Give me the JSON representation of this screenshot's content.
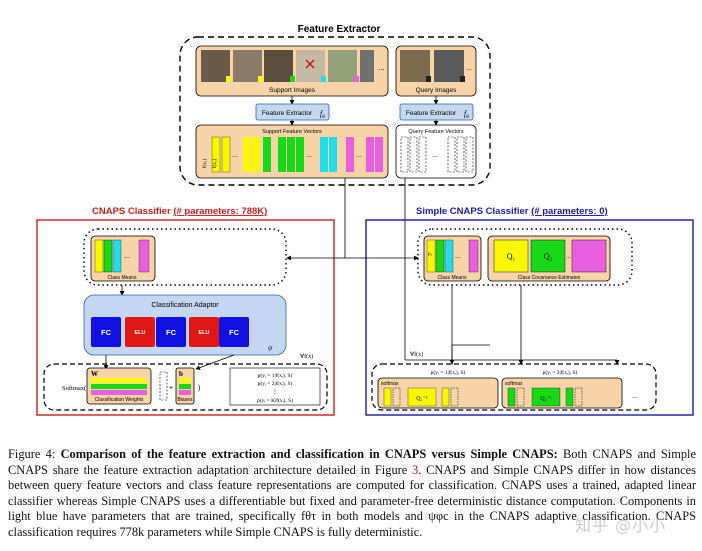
{
  "figure": {
    "feature_extractor_title": "Feature Extractor",
    "support_images_label": "Support Images",
    "query_images_label": "Query Images",
    "feature_extractor_box_label": "Feature Extractor",
    "support_vectors_label": "Support Feature Vectors",
    "query_vectors_label": "Query Feature Vectors",
    "theta_symbol": "f",
    "theta_sup": "τ",
    "theta_sub": "θ",
    "fx1_label": "f(x₁)",
    "fx2_label": "f(x₂)",
    "ellipsis": "...",
    "cnaps_title": "CNAPS Classifier",
    "cnaps_params": "(# parameters: 788K)",
    "simple_title": "Simple CNAPS Classifier",
    "simple_params": "(# parameters: 0)",
    "class_means_label": "Class Means",
    "class_cov_label": "Class Covariance Estimates",
    "q1_label": "Q₁",
    "q2_label": "Q₂",
    "mu1_label": "μ₁",
    "mu2_label": "μ₂",
    "adaptor_title": "Classification Adaptor",
    "fc_label": "FC",
    "elu_label": "ELU",
    "psi_label": "ψ",
    "forall_label": "∀f(x)",
    "softmax_label": "Softmax(",
    "w_label": "W",
    "b_label": "b",
    "plus_label": "+",
    "close_paren": ")",
    "weights_label": "Classification Weights",
    "biases_label": "Biases",
    "p1_eq": "p(yᵢ = 1|f(xᵢ), S)",
    "p2_eq": "p(yᵢ = 2|f(xᵢ), S)",
    "pk_eq": "p(yᵢ = K|f(xᵢ), S)",
    "vdots": "⋮",
    "softmax_short": "softmax",
    "q1_inv": "Q₁⁻¹",
    "q2_inv": "Q₂⁻¹"
  },
  "colors": {
    "yellow": "#f7f700",
    "green": "#18d818",
    "cyan": "#22dde8",
    "magenta": "#e860e0",
    "peach": "#f7d3a8",
    "adaptor_bg": "#c4d6f0",
    "fc_blue": "#1010e0",
    "elu_red": "#e01818",
    "cnaps_red": "#d01c1c",
    "simple_blue": "#1a1aa8"
  },
  "caption": {
    "label": "Figure 4:",
    "bold": "Comparison of the feature extraction and classification in CNAPS versus Simple CNAPS:",
    "part1": "Both CNAPS and Simple CNAPS share the feature extraction adaptation architecture detailed in Figure",
    "ref": "3",
    "part2": ". CNAPS and Simple CNAPS differ in how distances between query feature vectors and class feature representations are computed for classification. CNAPS uses a trained, adapted linear classifier whereas Simple CNAPS uses a differentiable but fixed and parameter-free deterministic distance computation. Components in light blue have parameters that are trained, specifically fθτ in both models and ψφc in the CNAPS adaptive classification. CNAPS classification requires 778k parameters while Simple CNAPS is fully deterministic."
  },
  "watermark": "知乎 @小小"
}
